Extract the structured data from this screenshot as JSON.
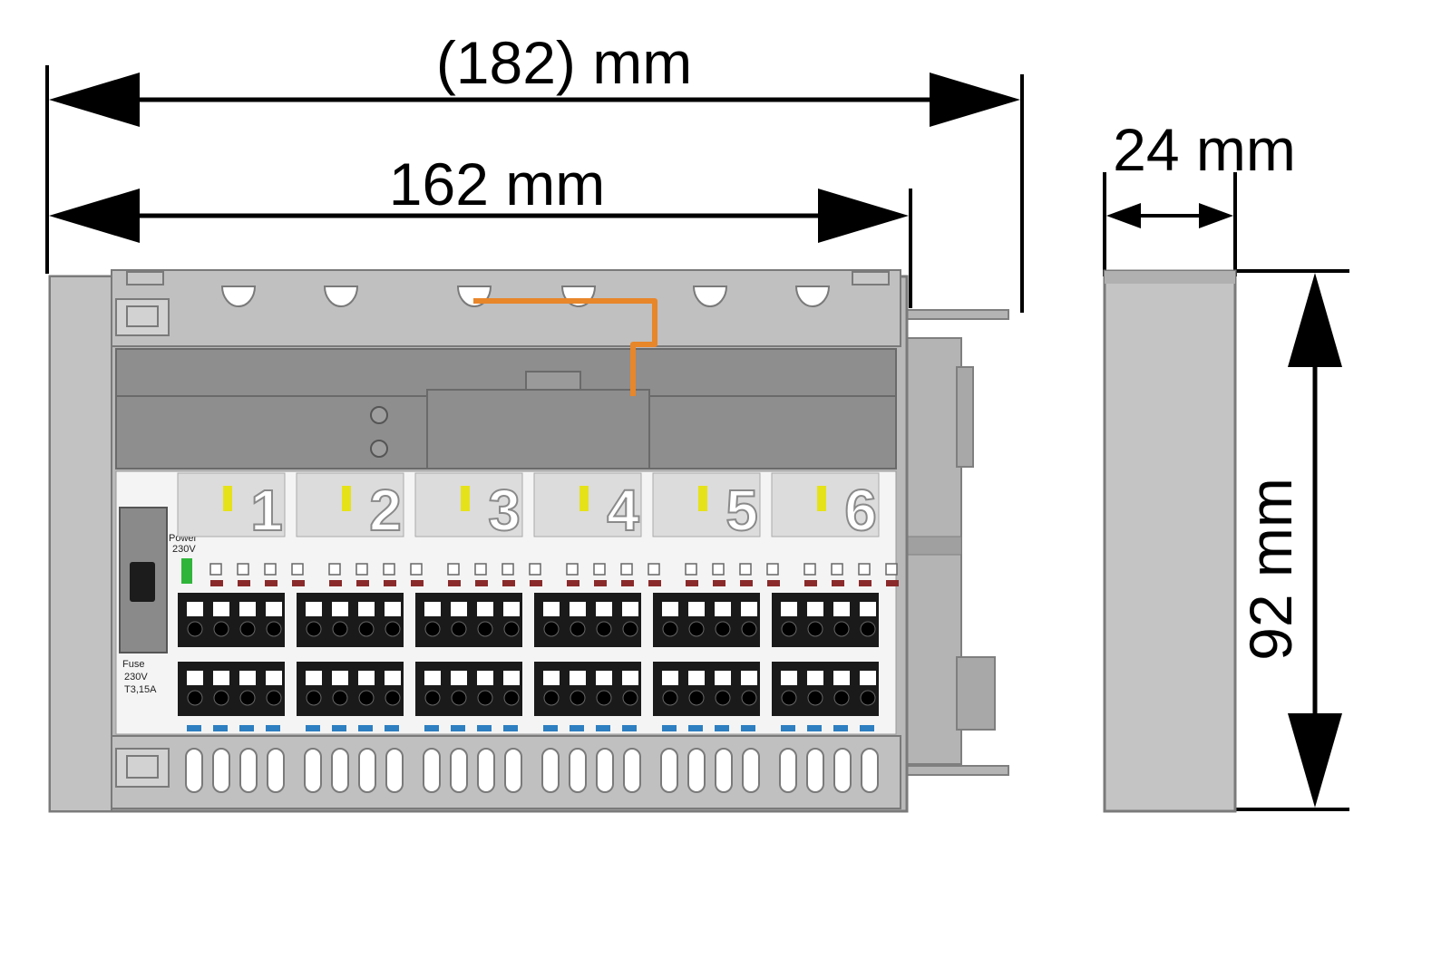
{
  "dimensions": {
    "overall_width": "(182) mm",
    "body_width": "162 mm",
    "depth": "24 mm",
    "height": "92 mm"
  },
  "device": {
    "power_label": "Power",
    "power_voltage": "230V",
    "fuse_label": "Fuse",
    "fuse_voltage": "230V",
    "fuse_rating": "T3,15A",
    "zones": [
      "1",
      "2",
      "3",
      "4",
      "5",
      "6"
    ]
  },
  "colors": {
    "housing": "#b9b9b9",
    "housing_dark": "#8e8e8e",
    "panel_light": "#dcdcdc",
    "terminal_black": "#1a1a1a",
    "zone_led": "#e6e21a",
    "power_led": "#2fb53a",
    "jumper_wire": "#e8862a",
    "terminal_blue": "#2d7fc1",
    "terminal_red": "#8b2a2a"
  }
}
